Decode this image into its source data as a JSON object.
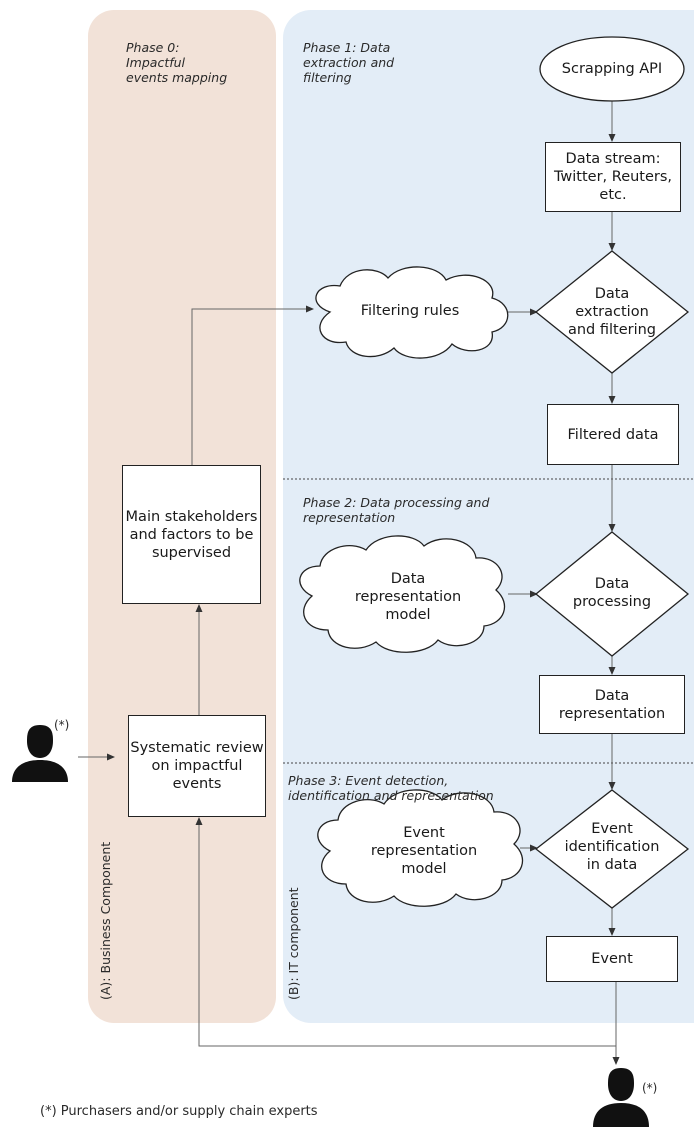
{
  "lanes": {
    "business_label": "(A): Business Component",
    "it_label": "(B): IT component"
  },
  "phases": {
    "phase0": [
      "Phase 0:",
      "Impactful",
      "events mapping"
    ],
    "phase1": [
      "Phase 1: Data",
      "extraction and",
      "filtering"
    ],
    "phase2": [
      "Phase 2: Data processing and",
      "representation"
    ],
    "phase3": [
      "Phase 3: Event detection,",
      "identification and representation"
    ]
  },
  "nodes": {
    "scrapping_api": "Scrapping API",
    "data_stream": "Data stream: Twitter, Reuters, etc.",
    "filtering_rules": "Filtering rules",
    "data_extraction": "Data extraction and filtering",
    "filtered_data": "Filtered data",
    "stakeholders": "Main stakeholders and factors to be supervised",
    "data_representation_model": "Data representation model",
    "data_processing": "Data processing",
    "data_representation": "Data representation",
    "systematic_review": "Systematic review on impactful events",
    "event_representation_model": "Event representation model",
    "event_identification": "Event identification in data",
    "event": "Event"
  },
  "markers": {
    "asterisk": "(*)"
  },
  "footnote": "(*)   Purchasers and/or supply chain experts",
  "icons": {
    "expert": "person-icon"
  }
}
